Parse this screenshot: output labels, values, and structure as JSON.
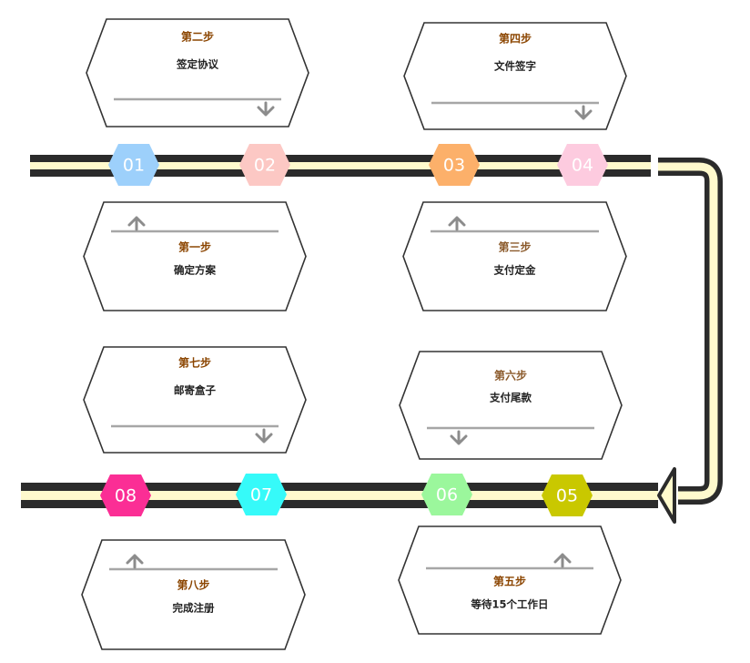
{
  "colors": {
    "track_dark": "#2b2b2b",
    "track_light": "#fffacd",
    "card_border": "#333333",
    "divider": "#a6a6a6",
    "arrow": "#8c8c8c",
    "title_brown": "#8b4500"
  },
  "steps": [
    {
      "num": "01",
      "title": "第一步",
      "desc": "确定方案",
      "color": "#9dd0fb"
    },
    {
      "num": "02",
      "title": "第二步",
      "desc": "签定协议",
      "color": "#fcc8c4"
    },
    {
      "num": "03",
      "title": "第三步",
      "desc": "支付定金",
      "color": "#fcb06a"
    },
    {
      "num": "04",
      "title": "第四步",
      "desc": "文件签字",
      "color": "#fdcbdf"
    },
    {
      "num": "05",
      "title": "第五步",
      "desc": "等待15个工作日",
      "color": "#c9c800"
    },
    {
      "num": "06",
      "title": "第六步",
      "desc": "支付尾款",
      "color": "#9bf79c"
    },
    {
      "num": "07",
      "title": "第七步",
      "desc": "邮寄盒子",
      "color": "#36faf9"
    },
    {
      "num": "08",
      "title": "第八步",
      "desc": "完成注册",
      "color": "#fb2e95"
    }
  ]
}
